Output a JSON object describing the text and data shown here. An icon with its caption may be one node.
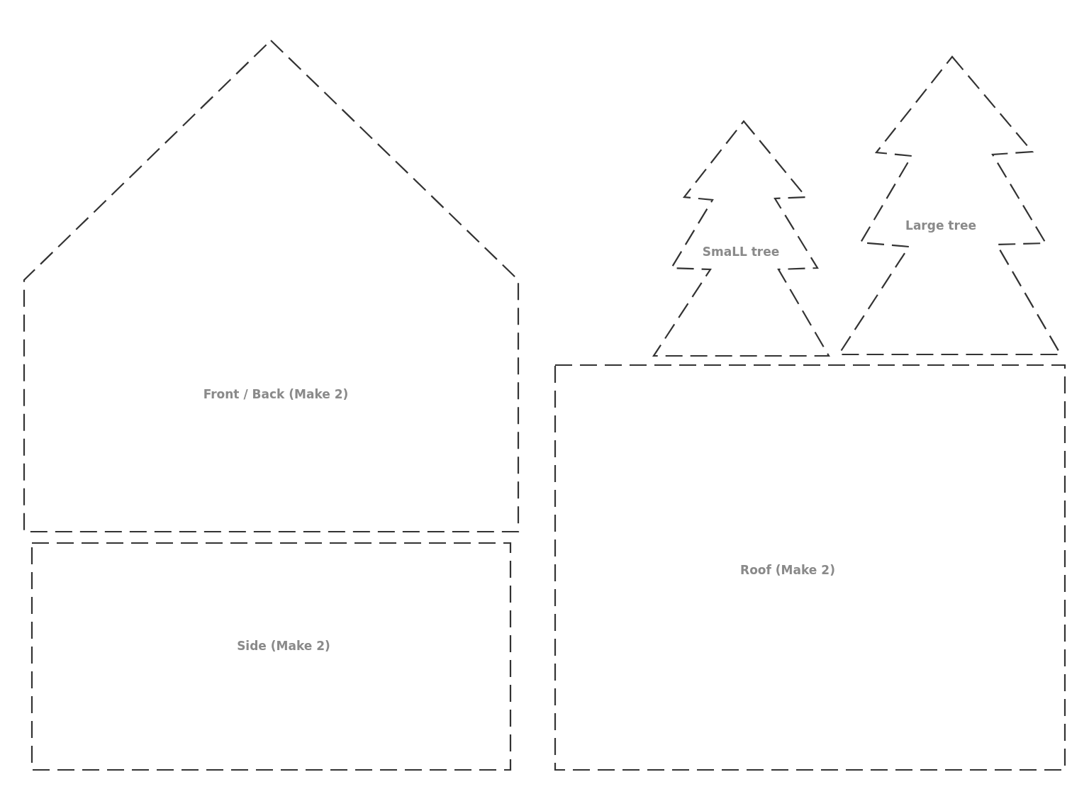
{
  "diagram": {
    "nodes": [
      {
        "text": [
          "Front / Back (Make 2)"
        ]
      },
      {
        "text": [
          "SmaLL tree"
        ]
      },
      {
        "text": [
          "Large tree"
        ]
      },
      {
        "text": [
          "Roof (Make 2)"
        ]
      },
      {
        "text": [
          "Side (Make 2)"
        ]
      }
    ]
  }
}
